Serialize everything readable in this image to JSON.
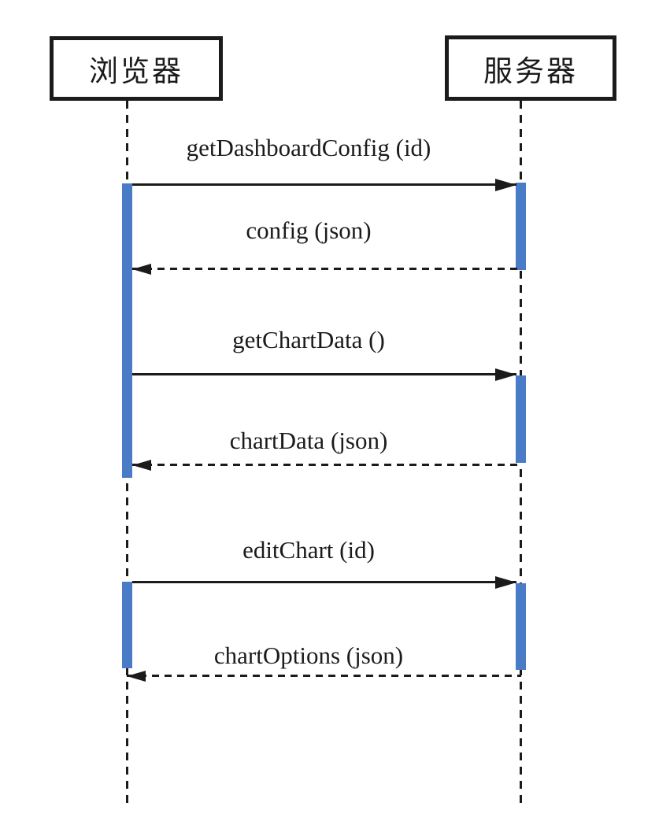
{
  "diagram": {
    "type": "sequence-diagram",
    "actors": [
      {
        "id": "browser",
        "label": "浏览器"
      },
      {
        "id": "server",
        "label": "服务器"
      }
    ],
    "messages": [
      {
        "label": "getDashboardConfig (id)",
        "from": "browser",
        "to": "server",
        "line": "solid"
      },
      {
        "label": "config (json)",
        "from": "server",
        "to": "browser",
        "line": "dashed"
      },
      {
        "label": "getChartData ()",
        "from": "browser",
        "to": "server",
        "line": "solid"
      },
      {
        "label": "chartData (json)",
        "from": "server",
        "to": "browser",
        "line": "dashed"
      },
      {
        "label": "editChart (id)",
        "from": "browser",
        "to": "server",
        "line": "solid"
      },
      {
        "label": "chartOptions (json)",
        "from": "server",
        "to": "browser",
        "line": "dashed"
      }
    ],
    "colors": {
      "activation_bar": "#4a7bc7",
      "line": "#1b1b1b",
      "background": "#ffffff"
    }
  }
}
